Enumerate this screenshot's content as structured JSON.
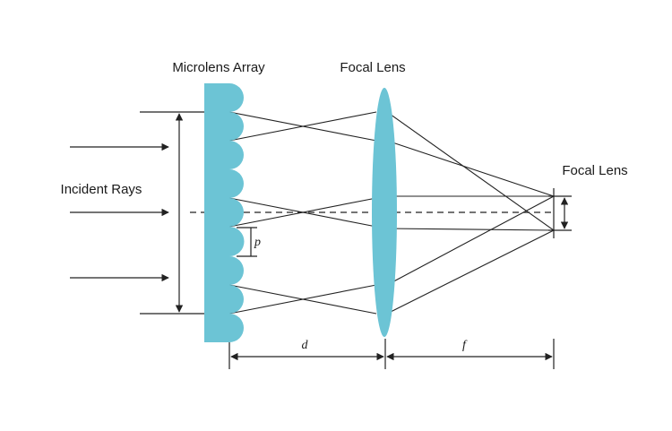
{
  "labels": {
    "microlens_array": "Microlens Array",
    "focal_lens_top": "Focal Lens",
    "focal_lens_right": "Focal Lens",
    "incident_rays": "Incident Rays",
    "pitch": "p",
    "distance_d": "d",
    "distance_f": "f"
  },
  "colors": {
    "lens": "#6cc4d5",
    "line": "#222222"
  }
}
